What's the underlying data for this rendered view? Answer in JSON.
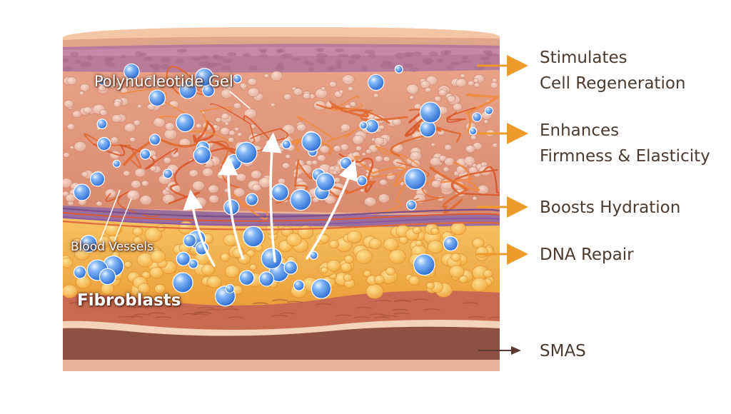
{
  "colors": {
    "arrow": "#ee9a2a",
    "gel_bead": "#3f86e6",
    "label_text": "#4a3a30"
  },
  "inline_labels": {
    "polynucleotide_gel": "Polynucleotide Gel",
    "blood_vessels": "Blood Vessels",
    "fibroblasts": "Fibroblasts"
  },
  "benefits": [
    {
      "lines": [
        "Stimulates",
        "Cell Regeneration"
      ]
    },
    {
      "lines": [
        "Enhances",
        "Firmness & Elasticity"
      ]
    },
    {
      "lines": [
        "Boosts Hydration"
      ]
    },
    {
      "lines": [
        "DNA Repair"
      ]
    }
  ],
  "smas_label": "SMAS"
}
